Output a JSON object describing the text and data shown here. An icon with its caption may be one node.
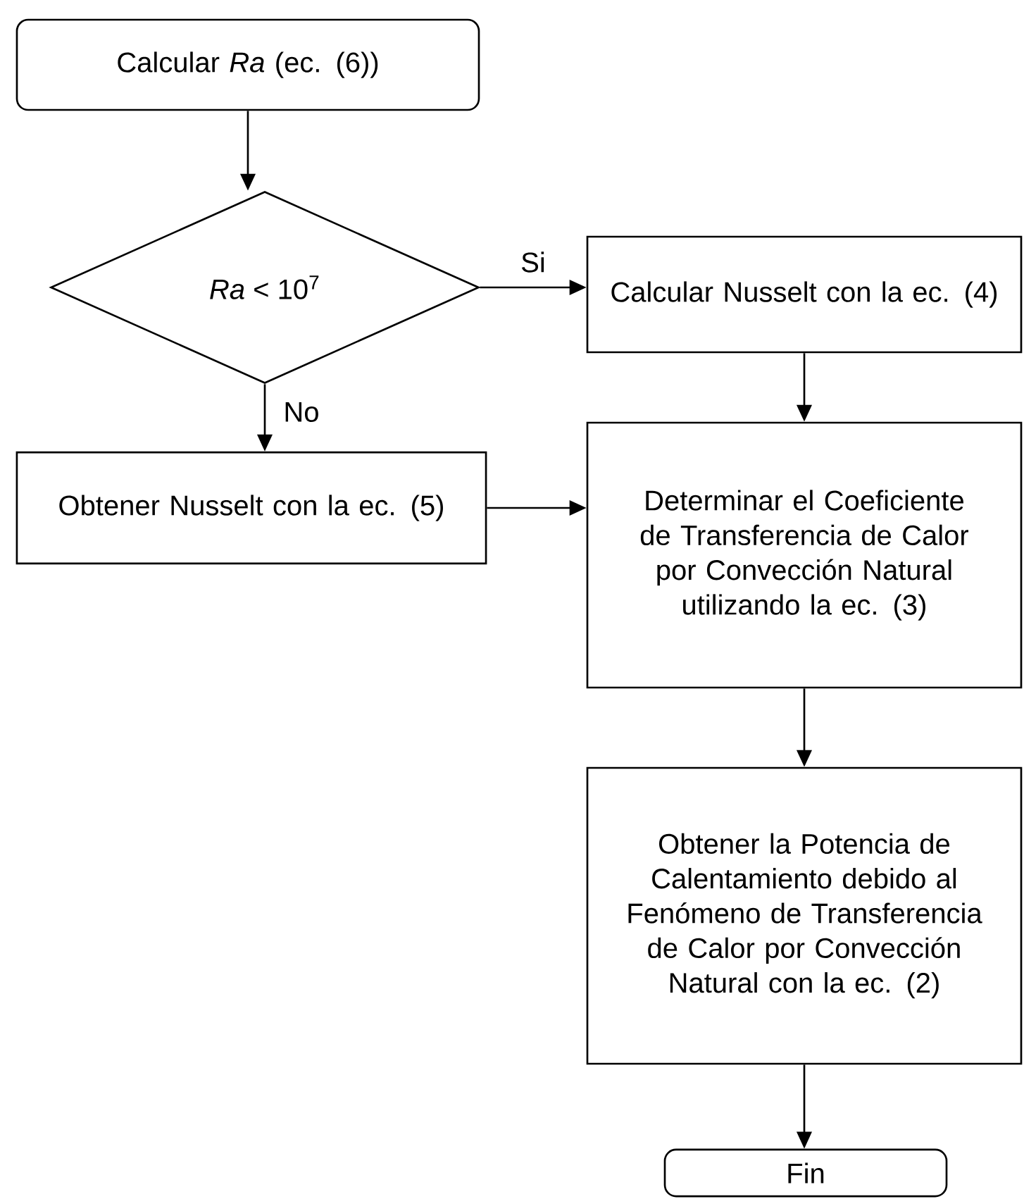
{
  "diagram": {
    "nodes": [
      {
        "text": [
          "Calcular *Ra* (ec. (6))"
        ]
      },
      {
        "text": [
          "*Ra* < 10$^{7}$"
        ]
      },
      {
        "text": [
          "Calcular Nusselt con la ec. (4)"
        ]
      },
      {
        "text": [
          "Obtener Nusselt con la ec. (5)"
        ]
      },
      {
        "text": [
          "Determinar el Coeficiente de Transferencia de Calor por Convección Natural utilizando la ec. (3)"
        ]
      },
      {
        "text": [
          "Obtener la Potencia de Calentamiento debido al Fenómeno de Transferencia de Calor por Convección Natural con la ec. (2)"
        ]
      },
      {
        "text": [
          "Fin"
        ]
      }
    ],
    "edges": [
      {
        "from": 0,
        "to": 1,
        "arrow": "to"
      },
      {
        "from": 1,
        "to": 2,
        "arrow": "to",
        "label": "Si"
      },
      {
        "from": 1,
        "to": 3,
        "arrow": "to",
        "label": "No"
      },
      {
        "from": 2,
        "to": 4,
        "arrow": "to"
      },
      {
        "from": 3,
        "to": 4,
        "arrow": "to"
      },
      {
        "from": 4,
        "to": 5,
        "arrow": "to"
      },
      {
        "from": 5,
        "to": 6,
        "arrow": "to"
      }
    ]
  }
}
